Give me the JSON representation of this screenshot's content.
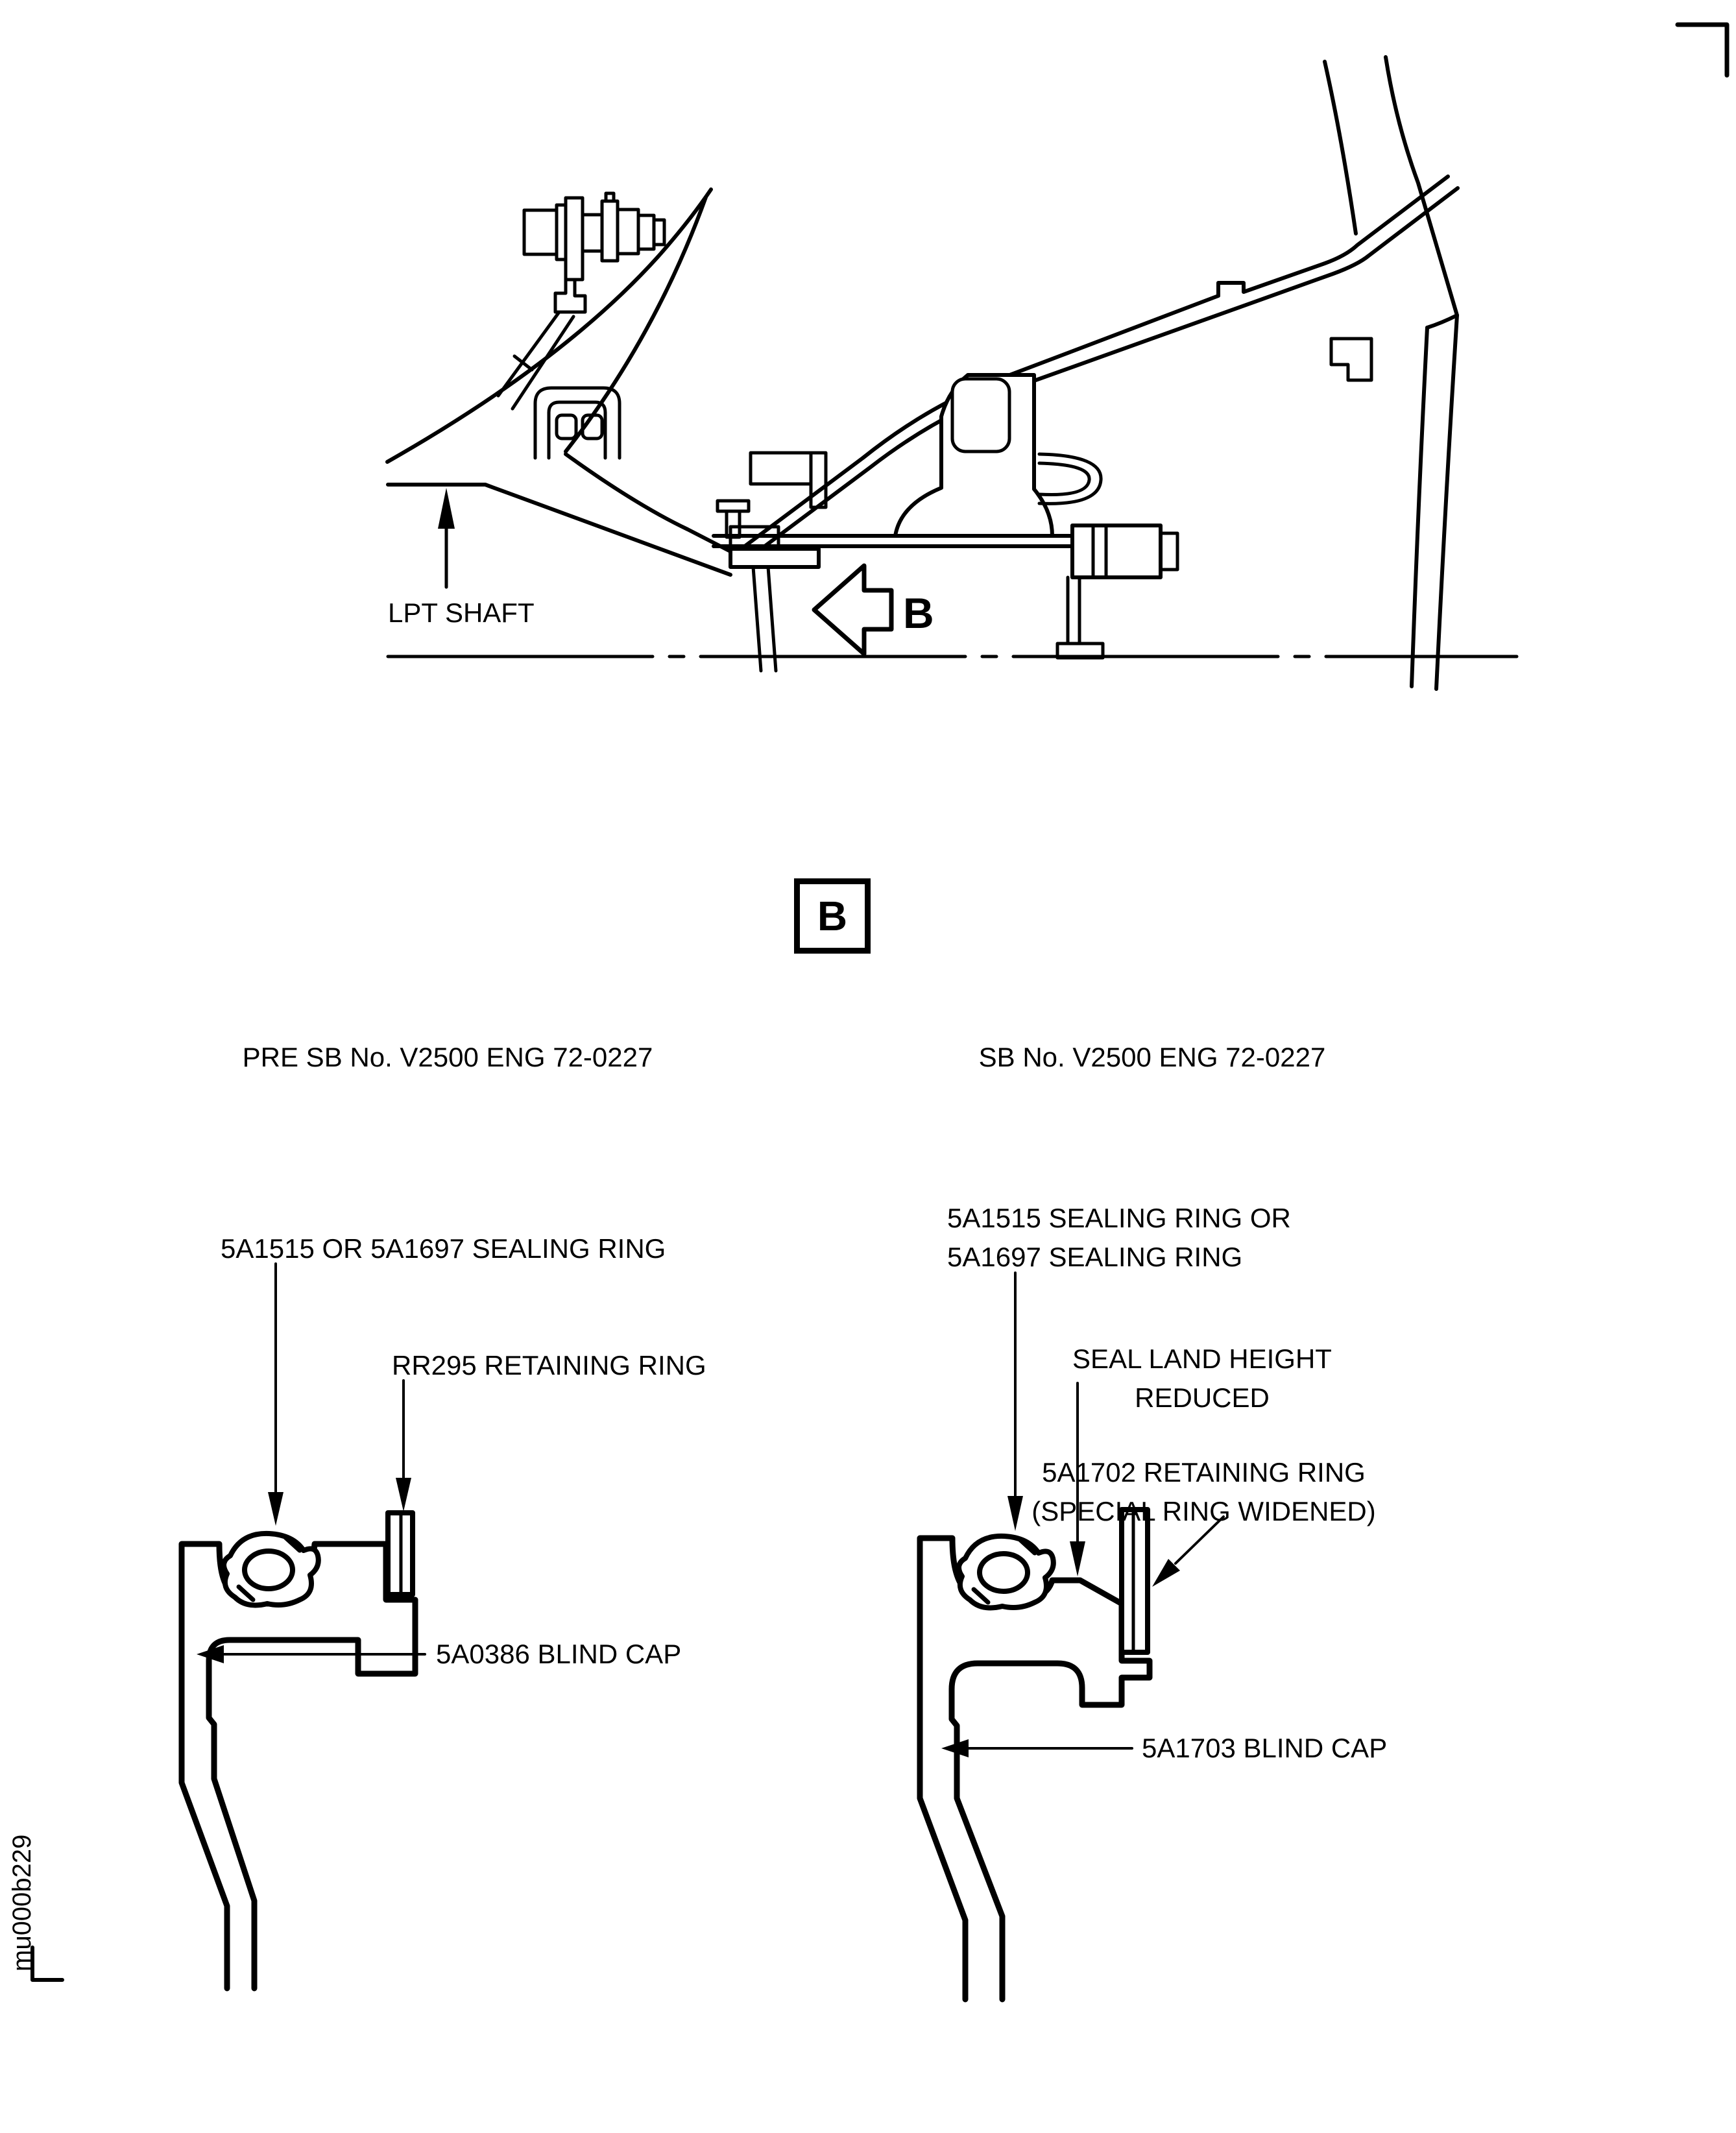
{
  "page": {
    "background": "#ffffff",
    "ink_color": "#000000",
    "figure_id": "mu000b229"
  },
  "top_view": {
    "lpt_shaft_label": "LPT SHAFT",
    "view_arrow_label": "B"
  },
  "detail_view": {
    "box_label": "B"
  },
  "left_column": {
    "header": "PRE SB No. V2500 ENG 72-0227",
    "sealing_ring_label": "5A1515 OR 5A1697 SEALING RING",
    "retaining_ring_label": "RR295 RETAINING RING",
    "blind_cap_label": "5A0386 BLIND CAP"
  },
  "right_column": {
    "header": "SB No. V2500 ENG 72-0227",
    "sealing_ring_label_line1": "5A1515 SEALING RING OR",
    "sealing_ring_label_line2": "5A1697 SEALING RING",
    "seal_land_label_line1": "SEAL LAND HEIGHT",
    "seal_land_label_line2": "REDUCED",
    "retaining_ring_label_line1": "5A1702 RETAINING RING",
    "retaining_ring_label_line2": "(SPECIAL RING WIDENED)",
    "blind_cap_label": "5A1703 BLIND CAP"
  }
}
